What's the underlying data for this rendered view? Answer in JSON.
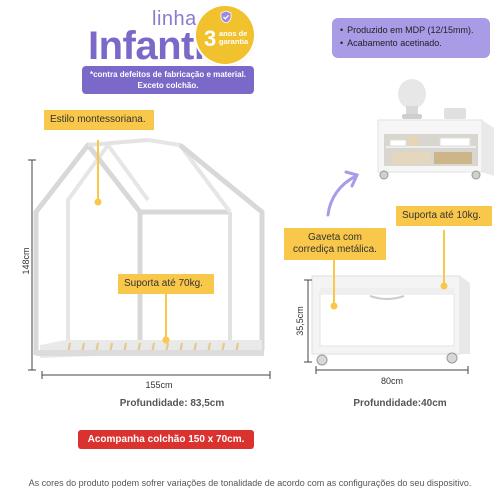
{
  "brand": {
    "line": "linha",
    "name": "Infantil",
    "warranty_number": "3",
    "warranty_text": "anos de garantia",
    "defects_note": "*contra defeitos de fabricação e material. Exceto colchão."
  },
  "specs": [
    "Produzido em MDP (12/15mm).",
    "Acabamento acetinado."
  ],
  "bed": {
    "style_label": "Estilo montessoriana.",
    "support_label": "Suporta até 70kg.",
    "height": "148cm",
    "width": "155cm",
    "depth": "Profundidade: 83,5cm",
    "mattress_note": "Acompanha colchão 150 x 70cm."
  },
  "drawer": {
    "support_label": "Suporta até 10kg.",
    "slide_label": "Gaveta com corrediça metálica.",
    "height": "35,5cm",
    "width": "80cm",
    "depth": "Profundidade:40cm"
  },
  "disclaimer": "As cores do produto podem sofrer variações de tonalidade de acordo com as configurações do seu dispositivo.",
  "colors": {
    "purple": "#7b68c8",
    "lavender": "#a99be6",
    "yellow": "#f9c84a",
    "red": "#d9322f"
  }
}
